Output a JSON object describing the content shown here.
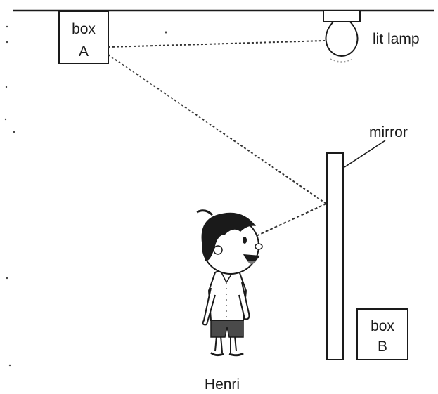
{
  "labels": {
    "box_a_line1": "box",
    "box_a_line2": "A",
    "lamp": "lit lamp",
    "mirror": "mirror",
    "box_b_line1": "box",
    "box_b_line2": "B",
    "person": "Henri"
  }
}
